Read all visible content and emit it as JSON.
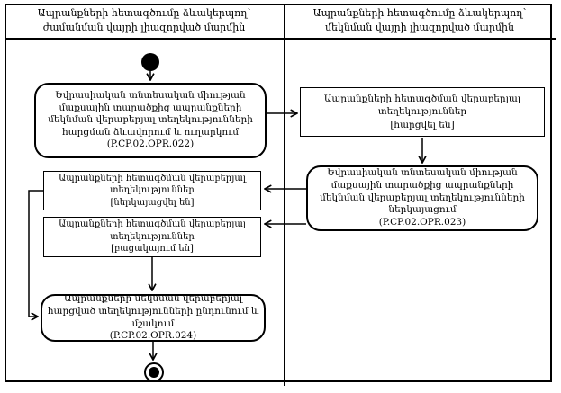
{
  "lanes": {
    "left": {
      "title": "Ապրանքների հետագծումը ձևակերպող՝ ժամանման վայրի լիազորված մարմին"
    },
    "right": {
      "title": "Ապրանքների հետագծումը ձևակերպող՝ մեկնման վայրի լիազորված մարմին"
    }
  },
  "nodes": {
    "opr022": {
      "text": "Եվրասիական տնտեսական միության մաքսային տարածքից ապրանքների մեկնման վերաբերյալ տեղեկությունների հարցման ձևավորում և ուղարկում",
      "code": "(P.CP.02.OPR.022)"
    },
    "info_requested": {
      "title": "Ապրանքների հետագծման վերաբերյալ տեղեկություններ",
      "state": "[հարցվել են]"
    },
    "opr023": {
      "text": "Եվրասիական տնտեսական միության մաքսային տարածքից ապրանքների մեկնման վերաբերյալ տեղեկությունների ներկայացում",
      "code": "(P.CP.02.OPR.023)"
    },
    "info_submitted": {
      "title": "Ապրանքների հետագծման վերաբերյալ տեղեկություններ",
      "state": "[ներկայացվել են]"
    },
    "info_absent": {
      "title": "Ապրանքների հետագծման վերաբերյալ տեղեկություններ",
      "state": "[բացակայում են]"
    },
    "opr024": {
      "text": "Ապրանքների մեկնման վերաբերյալ հարցված տեղեկությունների ընդունում և մշակում",
      "code": "(P.CP.02.OPR.024)"
    }
  },
  "colors": {
    "line": "#000000",
    "background": "#ffffff",
    "text": "#000000"
  }
}
